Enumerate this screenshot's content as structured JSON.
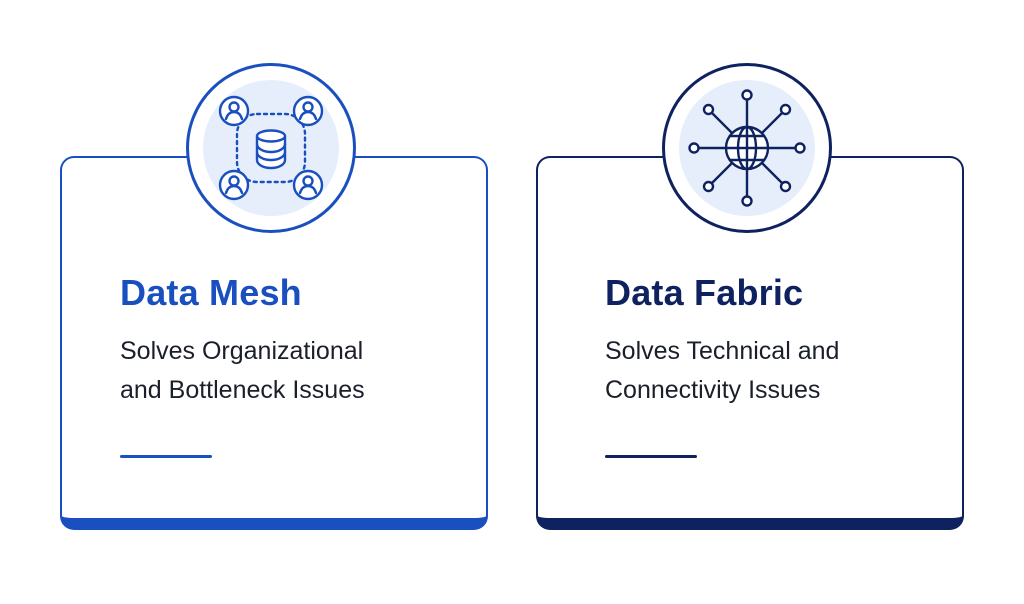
{
  "colors": {
    "mesh_accent": "#1a4fbf",
    "fabric_accent": "#0f2260",
    "icon_background": "#e6eefb",
    "text": "#1b1f2b"
  },
  "cards": {
    "mesh": {
      "icon": "users-database-network-icon",
      "title": "Data Mesh",
      "description_lines": [
        "Solves Organizational",
        "and Bottleneck Issues"
      ]
    },
    "fabric": {
      "icon": "globe-network-icon",
      "title": "Data Fabric",
      "description_lines": [
        "Solves Technical and",
        "Connectivity Issues"
      ]
    }
  }
}
